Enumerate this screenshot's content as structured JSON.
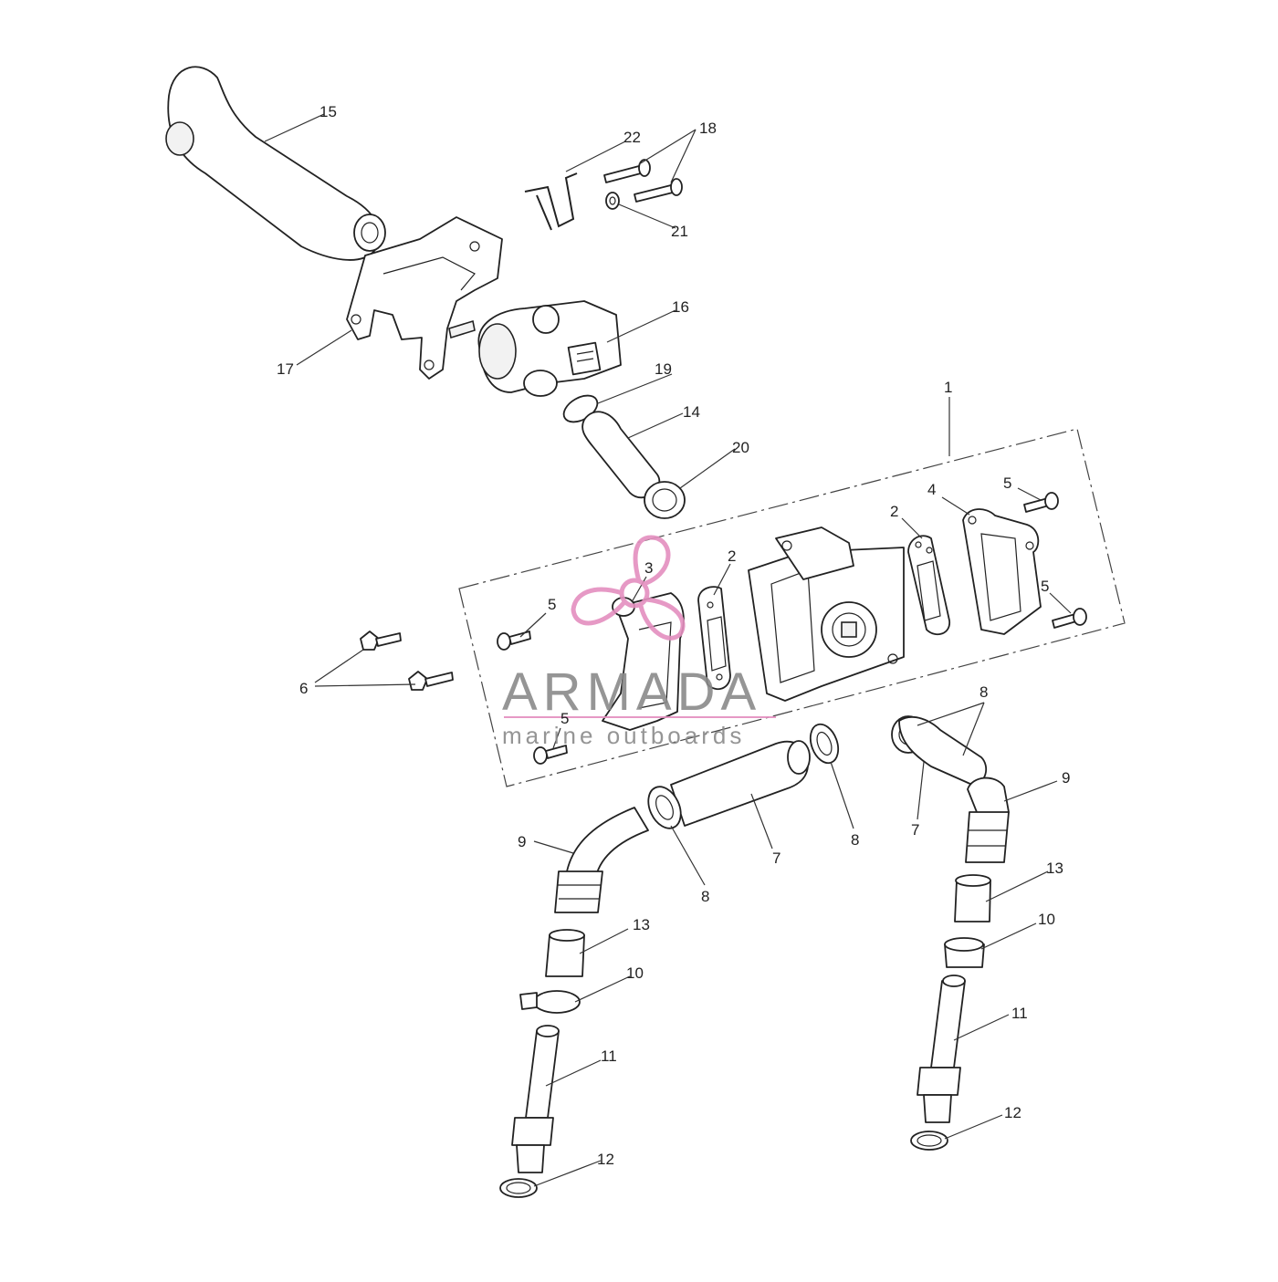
{
  "labels": {
    "l1": "1",
    "l2a": "2",
    "l2b": "2",
    "l3": "3",
    "l4": "4",
    "l5a": "5",
    "l5b": "5",
    "l5c": "5",
    "l5d": "5",
    "l6": "6",
    "l7a": "7",
    "l7b": "7",
    "l8a": "8",
    "l8b": "8",
    "l8c": "8",
    "l9a": "9",
    "l9b": "9",
    "l10a": "10",
    "l10b": "10",
    "l11a": "11",
    "l11b": "11",
    "l12a": "12",
    "l12b": "12",
    "l13a": "13",
    "l13b": "13",
    "l14": "14",
    "l15": "15",
    "l16": "16",
    "l17": "17",
    "l18": "18",
    "l19": "19",
    "l20": "20",
    "l21": "21",
    "l22": "22"
  },
  "watermark": {
    "brand": "ARMADA",
    "tagline": "marine outboards",
    "color": "#e48fbf",
    "text_color": "#8a8a8a"
  }
}
